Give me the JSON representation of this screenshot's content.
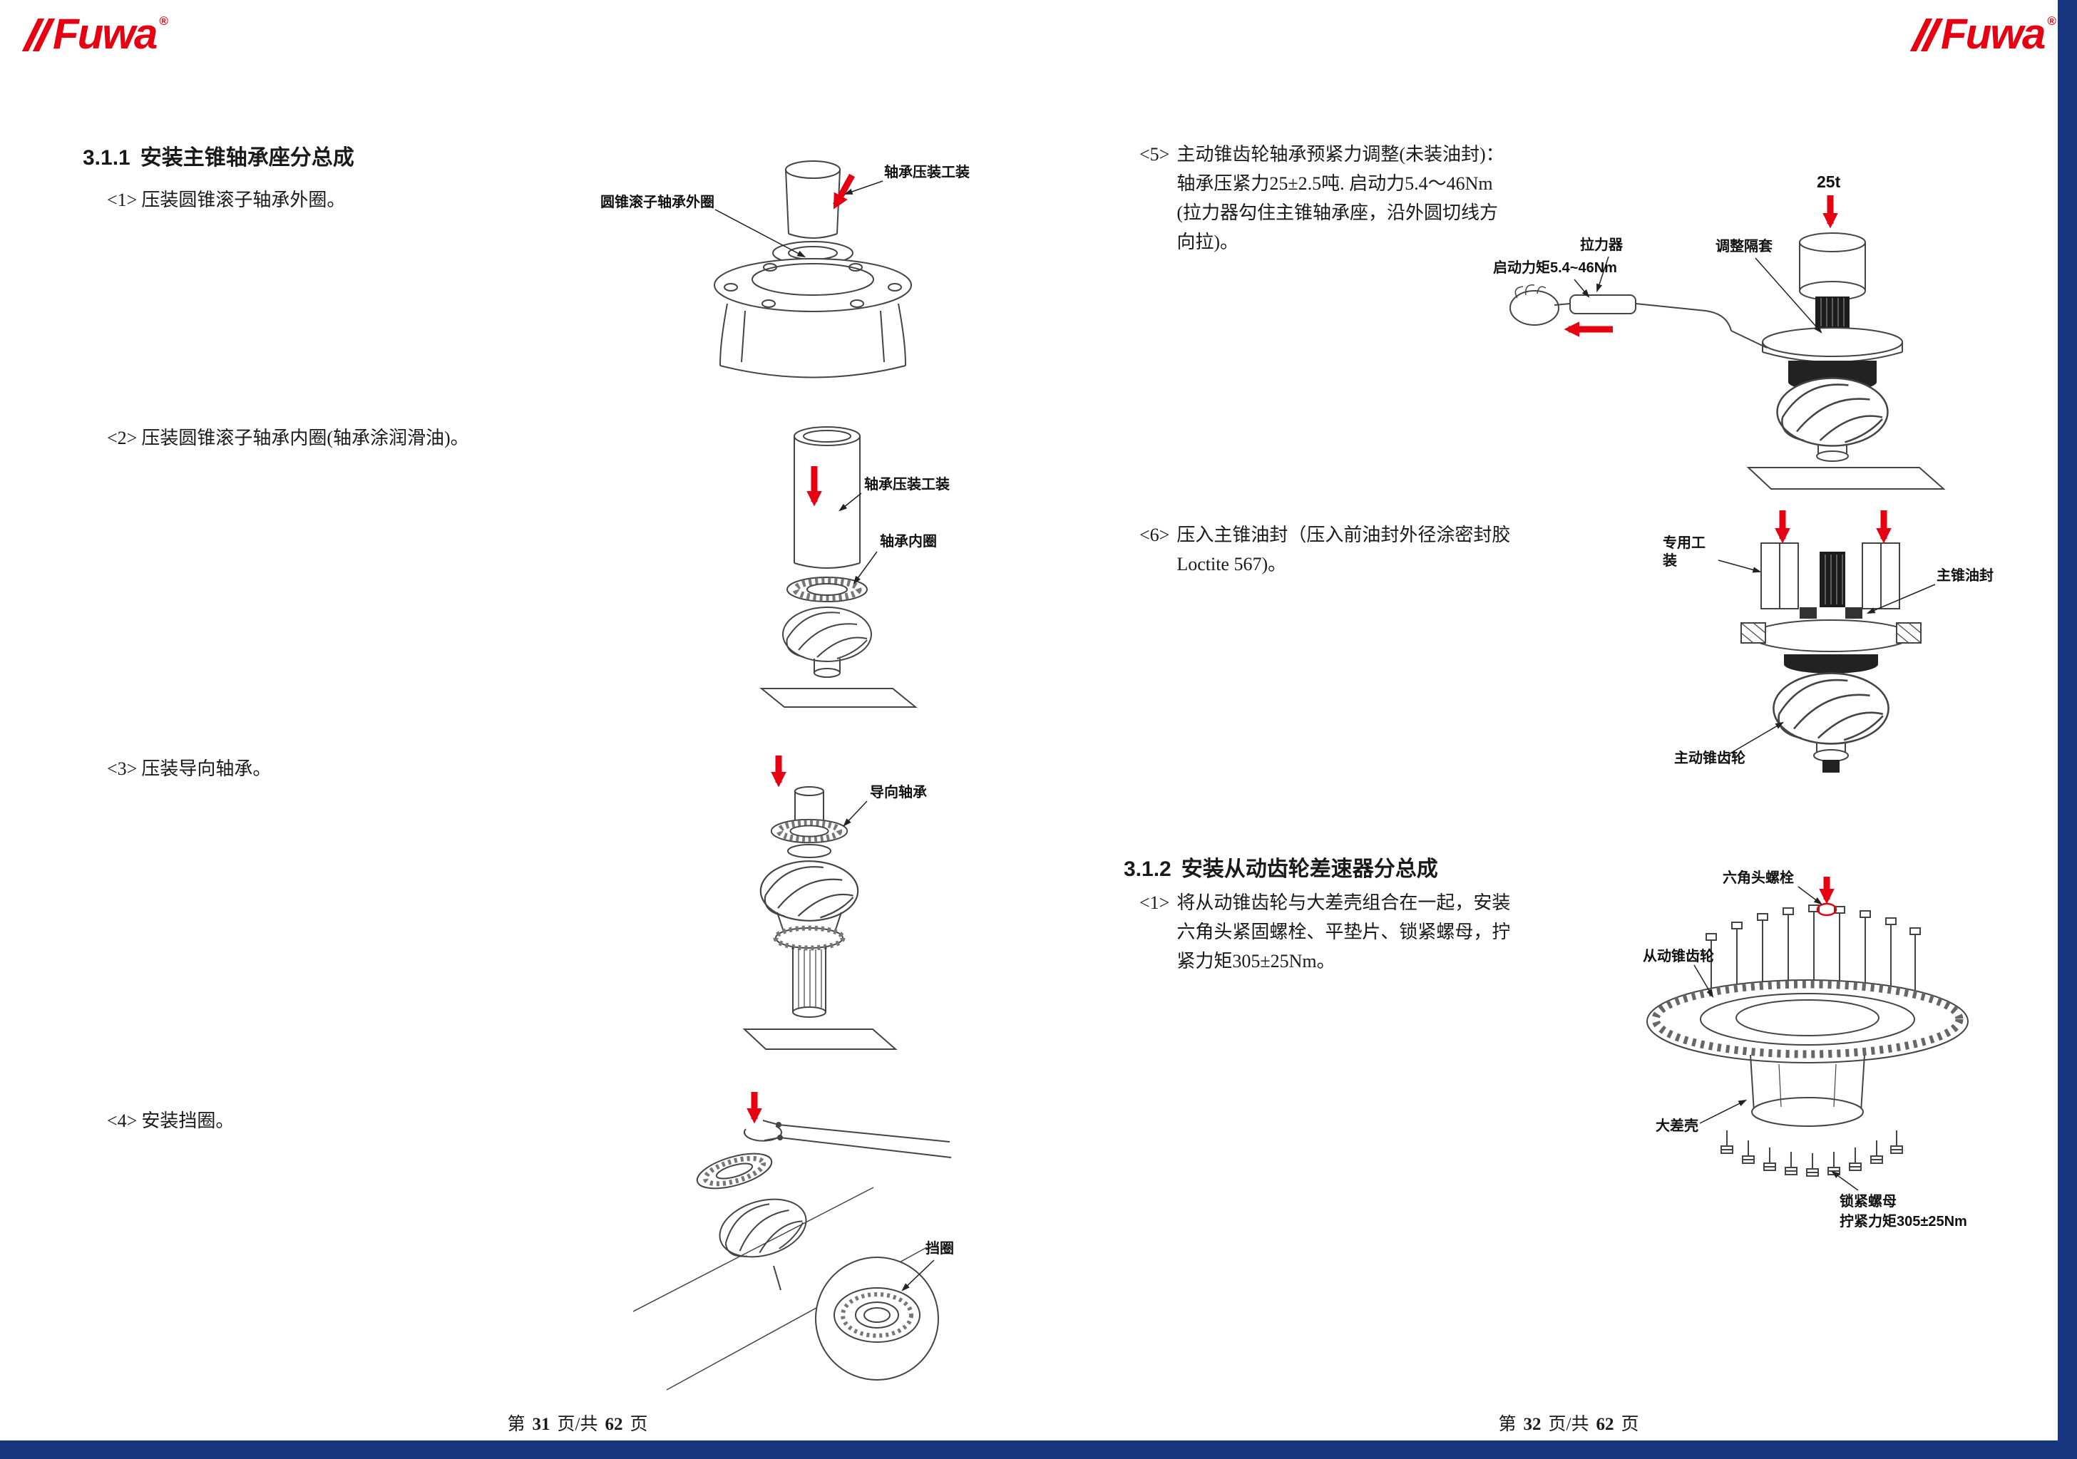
{
  "logo": {
    "name": "Fuwa",
    "reg": "®"
  },
  "colors": {
    "accent_red": "#e60012",
    "border_blue": "#17357e"
  },
  "left_page": {
    "section": {
      "number": "3.1.1",
      "title": "安装主锥轴承座分总成"
    },
    "steps": [
      {
        "num": "<1>",
        "text": "压装圆锥滚子轴承外圈。"
      },
      {
        "num": "<2>",
        "text": "压装圆锥滚子轴承内圈(轴承涂润滑油)。"
      },
      {
        "num": "<3>",
        "text": "压装导向轴承。"
      },
      {
        "num": "<4>",
        "text": "安装挡圈。"
      }
    ],
    "fig1": {
      "label_outer_race": "圆锥滚子轴承外圈",
      "label_press_tool": "轴承压装工装"
    },
    "fig2": {
      "label_press_tool": "轴承压装工装",
      "label_inner_race": "轴承内圈"
    },
    "fig3": {
      "label_guide_bearing": "导向轴承"
    },
    "fig4": {
      "label_snap_ring": "挡圈"
    },
    "footer": {
      "prefix": "第",
      "page": "31",
      "middle": "页/共",
      "total": "62",
      "suffix": "页"
    }
  },
  "right_page": {
    "step5": {
      "num": "<5>",
      "lines": [
        "主动锥齿轮轴承预紧力调整(未装油封)：",
        "轴承压紧力25±2.5吨. 启动力5.4～46Nm",
        "(拉力器勾住主锥轴承座，沿外圆切线方",
        "向拉)。"
      ]
    },
    "fig5": {
      "label_load": "25t",
      "label_puller": "拉力器",
      "label_torque": "启动力矩5.4~46Nm",
      "label_spacer": "调整隔套"
    },
    "step6": {
      "num": "<6>",
      "lines": [
        "压入主锥油封（压入前油封外径涂密封胶",
        "Loctite 567)。"
      ]
    },
    "fig6": {
      "label_tool": "专用工装",
      "label_seal": "主锥油封",
      "label_pinion": "主动锥齿轮"
    },
    "section": {
      "number": "3.1.2",
      "title": "安装从动齿轮差速器分总成"
    },
    "step1": {
      "num": "<1>",
      "lines": [
        "将从动锥齿轮与大差壳组合在一起，安装",
        "六角头紧固螺栓、平垫片、锁紧螺母，拧",
        "紧力矩305±25Nm。"
      ]
    },
    "fig7": {
      "label_bolt": "六角头螺栓",
      "label_ring_gear": "从动锥齿轮",
      "label_case": "大差壳",
      "label_nut": "锁紧螺母",
      "label_nut_torque": "拧紧力矩305±25Nm"
    },
    "footer": {
      "prefix": "第",
      "page": "32",
      "middle": "页/共",
      "total": "62",
      "suffix": "页"
    }
  }
}
